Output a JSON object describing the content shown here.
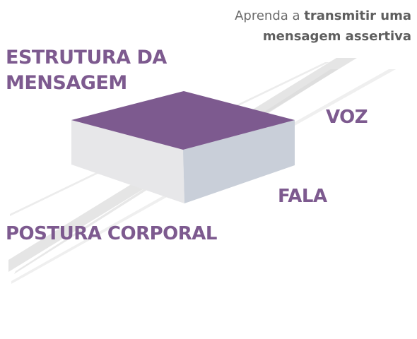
{
  "tagline": {
    "prefix": "Aprenda a",
    "emphasis": "transmitir uma mensagem assertiva"
  },
  "labels": {
    "structure_line1": "ESTRUTURA DA",
    "structure_line2": "MENSAGEM",
    "voice": "VOZ",
    "speech": "FALA",
    "posture": "POSTURA CORPORAL"
  },
  "colors": {
    "accent": "#7d5a8f",
    "block_top": "#7d5a8f",
    "block_front": "#e7e7e9",
    "block_side": "#c9cfd9",
    "stripe": "#e6e6e6",
    "tagline_text": "#6b6b6b"
  }
}
